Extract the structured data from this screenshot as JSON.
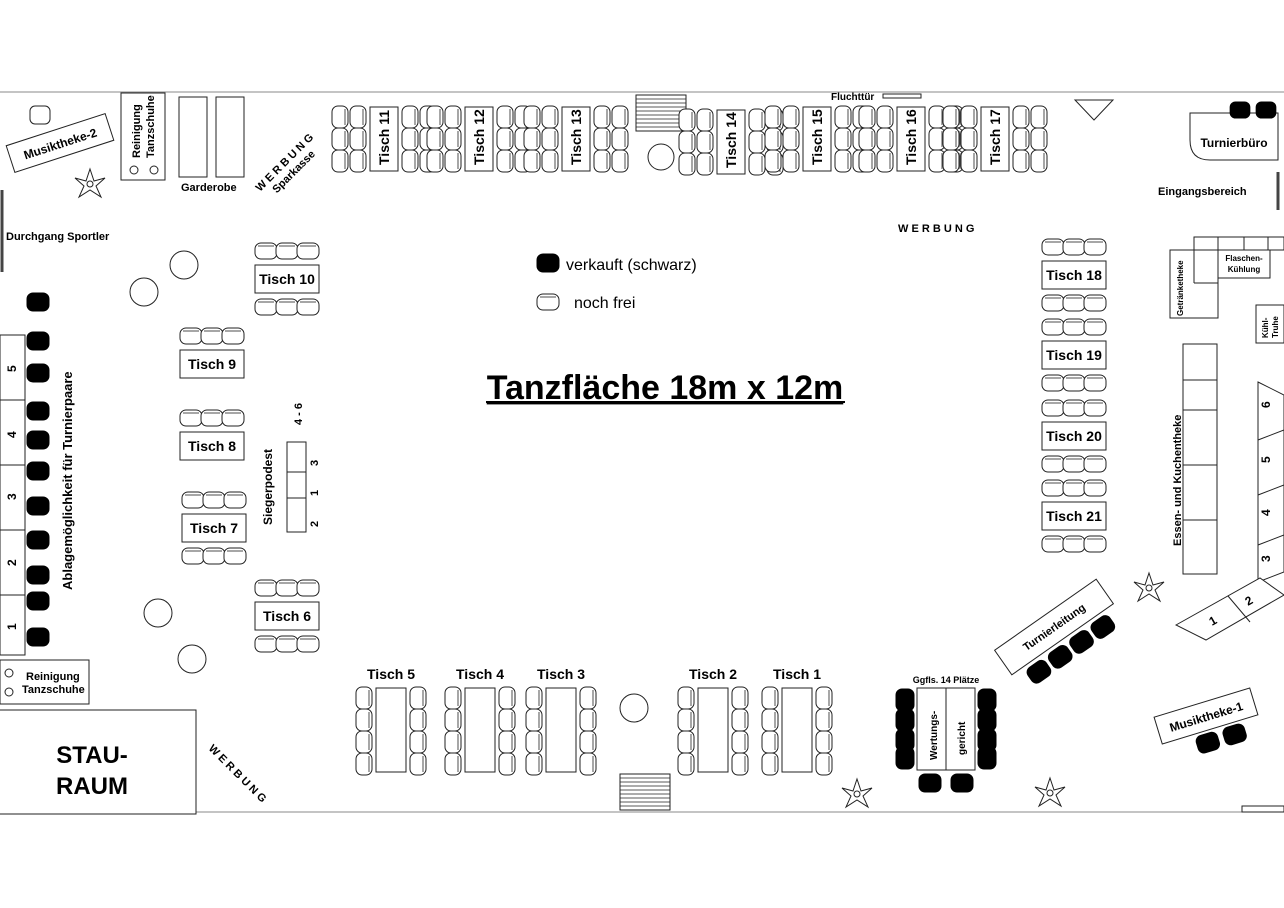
{
  "title": "Tanzfläche 18m x 12m",
  "legend": {
    "sold": "verkauft (schwarz)",
    "free": "noch frei"
  },
  "tables": {
    "t1": "Tisch 1",
    "t2": "Tisch 2",
    "t3": "Tisch 3",
    "t4": "Tisch 4",
    "t5": "Tisch 5",
    "t6": "Tisch 6",
    "t7": "Tisch 7",
    "t8": "Tisch 8",
    "t9": "Tisch 9",
    "t10": "Tisch 10",
    "t11": "Tisch 11",
    "t12": "Tisch 12",
    "t13": "Tisch 13",
    "t14": "Tisch 14",
    "t15": "Tisch 15",
    "t16": "Tisch 16",
    "t17": "Tisch 17",
    "t18": "Tisch 18",
    "t19": "Tisch 19",
    "t20": "Tisch 20",
    "t21": "Tisch 21"
  },
  "areas": {
    "musiktheke2": "Musiktheke-2",
    "reinigung_a": "Reinigung",
    "reinigung_b": "Tanzschuhe",
    "garderobe": "Garderobe",
    "werbung_sparkasse_a": "W E R B U N G",
    "werbung_sparkasse_b": "Sparkasse",
    "fluchttuer": "Fluchttür",
    "turnierbuero": "Turnierbüro",
    "eingangsbereich": "Eingangsbereich",
    "werbung_top": "W E R B U N G",
    "durchgang": "Durchgang Sportler",
    "ablage": "Ablagemöglichkeit für Turnierpaare",
    "siegerpodest": "Siegerpodest",
    "podest_places": [
      "3",
      "1",
      "2"
    ],
    "podest_46": "4 - 6",
    "getraenketheke": "Getränketheke",
    "flaschen_a": "Flaschen-",
    "flaschen_b": "Kühlung",
    "kuehl_a": "Kühl-",
    "kuehl_b": "Truhe",
    "essen": "Essen- und Kuchentheke",
    "right_numbers": [
      "6",
      "5",
      "4",
      "3",
      "1",
      "2"
    ],
    "turnierleitung": "Turnierleitung",
    "wertung_hint": "Ggfls. 14 Plätze",
    "wertung_a": "Wertungs-",
    "wertung_b": "gericht",
    "musiktheke1": "Musiktheke-1",
    "reinigung2_a": "Reinigung",
    "reinigung2_b": "Tanzschuhe",
    "stauraum_a": "STAU-",
    "stauraum_b": "RAUM",
    "werbung_bottom": "W E R B U N G",
    "left_numbers": [
      "5",
      "4",
      "3",
      "2",
      "1"
    ]
  }
}
